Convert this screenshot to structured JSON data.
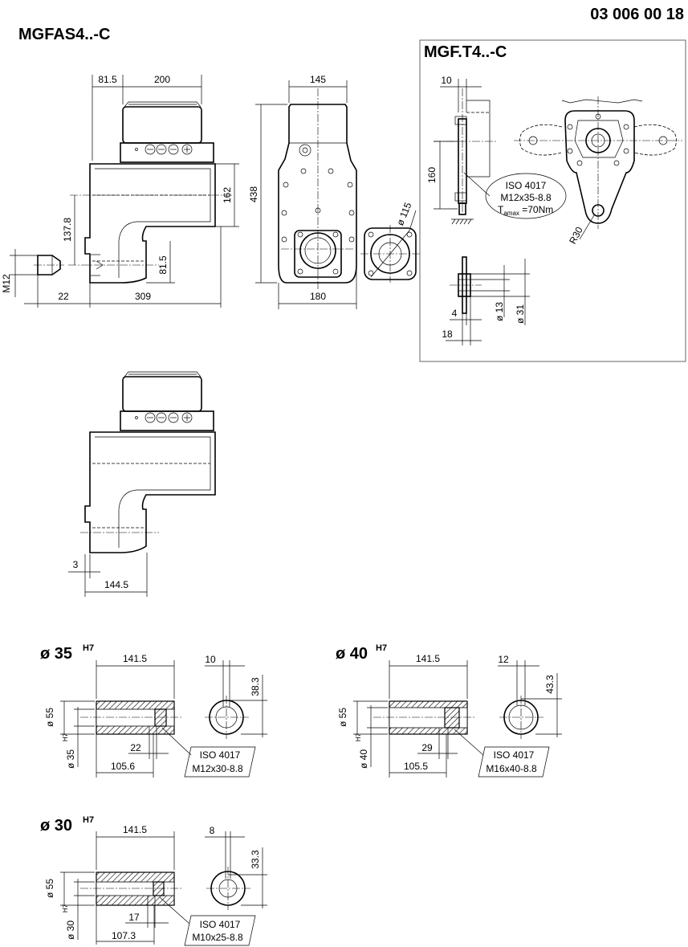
{
  "header": {
    "doc_number": "03 006 00 18",
    "main_title": "MGFAS4..-C",
    "variant_title": "MGF.T4..-C"
  },
  "side_view": {
    "dim_81_5_top": "81.5",
    "dim_200": "200",
    "dim_137_8": "137.8",
    "dim_162": "162",
    "dim_81_5_vert": "81.5",
    "dim_m12": "M12",
    "dim_22": "22",
    "dim_309": "309"
  },
  "front_view": {
    "dim_145": "145",
    "dim_438": "438",
    "dim_180": "180"
  },
  "flange_view": {
    "dim_d115": "ø 115"
  },
  "torque_arm": {
    "dim_10": "10",
    "dim_160": "160",
    "iso_line1": "ISO 4017",
    "iso_line2": "M12x35-8.8",
    "torque_prefix": "T",
    "torque_sub": "amax",
    "torque_value": " =70Nm",
    "dim_r30": "R30",
    "dim_4": "4",
    "dim_18": "18",
    "dim_d13": "ø 13",
    "dim_d31": "ø 31"
  },
  "second_view": {
    "dim_3": "3",
    "dim_144_5": "144.5"
  },
  "shaft_35": {
    "title": "ø 35",
    "tol": "H7",
    "dim_141_5": "141.5",
    "dim_10": "10",
    "dim_38_3": "38.3",
    "dim_d55": "ø 55",
    "dim_d35": "ø 35",
    "dim_d35_tol": "H7",
    "dim_22": "22",
    "dim_105_6": "105.6",
    "iso_line1": "ISO 4017",
    "iso_line2": "M12x30-8.8"
  },
  "shaft_40": {
    "title": "ø 40",
    "tol": "H7",
    "dim_141_5": "141.5",
    "dim_12": "12",
    "dim_43_3": "43.3",
    "dim_d55": "ø 55",
    "dim_d40": "ø 40",
    "dim_d40_tol": "H7",
    "dim_29": "29",
    "dim_105_5": "105.5",
    "iso_line1": "ISO 4017",
    "iso_line2": "M16x40-8.8"
  },
  "shaft_30": {
    "title": "ø 30",
    "tol": "H7",
    "dim_141_5": "141.5",
    "dim_8": "8",
    "dim_33_3": "33.3",
    "dim_d55": "ø 55",
    "dim_d30": "ø 30",
    "dim_d30_tol": "H7",
    "dim_17": "17",
    "dim_107_3": "107.3",
    "iso_line1": "ISO 4017",
    "iso_line2": "M10x25-8.8"
  }
}
